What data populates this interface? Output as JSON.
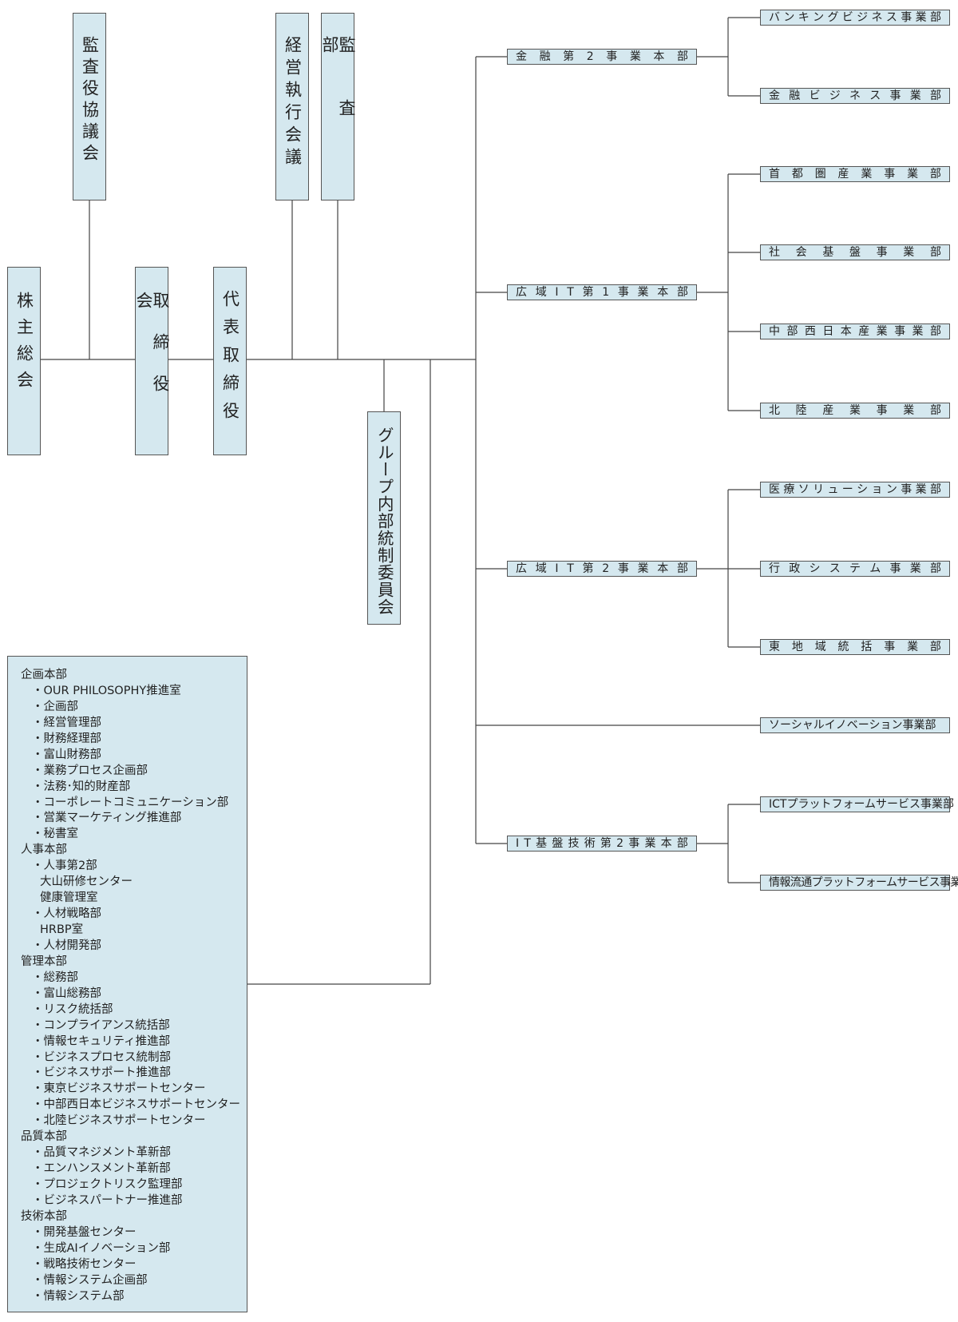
{
  "left_boxes": [
    {
      "id": "shareholders",
      "text": "株主総会"
    },
    {
      "id": "audit-board",
      "text": "監査役協議会"
    },
    {
      "id": "board-directors",
      "text": "取締役会"
    },
    {
      "id": "representative-director",
      "text": "代表取締役"
    },
    {
      "id": "management-council",
      "text": "経営執行会議"
    },
    {
      "id": "audit-department",
      "text": "監査部"
    },
    {
      "id": "group-internal-control",
      "text": "グループ内部統制委員会"
    }
  ],
  "divisions": [
    {
      "id": "finance-2",
      "text": "金融第2事業本部",
      "spaced": true,
      "units": [
        {
          "text": "バンキングビジネス事業部",
          "spaced": true
        },
        {
          "text": "金融ビジネス事業部",
          "spaced": true
        }
      ]
    },
    {
      "id": "wide-it-1",
      "text": "広域IT第1事業本部",
      "spaced": true,
      "units": [
        {
          "text": "首都圏産業事業部",
          "spaced": true
        },
        {
          "text": "社会基盤事業部",
          "spaced": true
        },
        {
          "text": "中部西日本産業事業部",
          "spaced": true
        },
        {
          "text": "北陸産業事業部",
          "spaced": true
        }
      ]
    },
    {
      "id": "wide-it-2",
      "text": "広域IT第2事業本部",
      "spaced": true,
      "units": [
        {
          "text": "医療ソリューション事業部",
          "spaced": true
        },
        {
          "text": "行政システム事業部",
          "spaced": true
        },
        {
          "text": "東地域統括事業部",
          "spaced": true
        }
      ]
    },
    {
      "id": "it-infra-2",
      "text": "IT基盤技術第2事業本部",
      "spaced": true,
      "units": [
        {
          "text": "ICTプラットフォームサービス事業部",
          "spaced": false
        },
        {
          "text": "情報流通プラットフォームサービス事業部",
          "spaced": false
        }
      ]
    }
  ],
  "standalone_unit": {
    "text": "ソーシャルイノベーション事業部",
    "spaced": false
  },
  "headquarters_list": [
    {
      "level": 0,
      "text": "企画本部"
    },
    {
      "level": 1,
      "text": "・OUR PHILOSOPHY推進室"
    },
    {
      "level": 1,
      "text": "・企画部"
    },
    {
      "level": 1,
      "text": "・経営管理部"
    },
    {
      "level": 1,
      "text": "・財務経理部"
    },
    {
      "level": 1,
      "text": "・富山財務部"
    },
    {
      "level": 1,
      "text": "・業務プロセス企画部"
    },
    {
      "level": 1,
      "text": "・法務･知的財産部"
    },
    {
      "level": 1,
      "text": "・コーポレートコミュニケーション部"
    },
    {
      "level": 1,
      "text": "・営業マーケティング推進部"
    },
    {
      "level": 1,
      "text": "・秘書室"
    },
    {
      "level": 0,
      "text": "人事本部"
    },
    {
      "level": 1,
      "text": "・人事第2部"
    },
    {
      "level": 2,
      "text": "大山研修センター"
    },
    {
      "level": 2,
      "text": "健康管理室"
    },
    {
      "level": 1,
      "text": "・人材戦略部"
    },
    {
      "level": 2,
      "text": "HRBP室"
    },
    {
      "level": 1,
      "text": "・人材開発部"
    },
    {
      "level": 0,
      "text": "管理本部"
    },
    {
      "level": 1,
      "text": "・総務部"
    },
    {
      "level": 1,
      "text": "・富山総務部"
    },
    {
      "level": 1,
      "text": "・リスク統括部"
    },
    {
      "level": 1,
      "text": "・コンプライアンス統括部"
    },
    {
      "level": 1,
      "text": "・情報セキュリティ推進部"
    },
    {
      "level": 1,
      "text": "・ビジネスプロセス統制部"
    },
    {
      "level": 1,
      "text": "・ビジネスサポート推進部"
    },
    {
      "level": 1,
      "text": "・東京ビジネスサポートセンター"
    },
    {
      "level": 1,
      "text": "・中部西日本ビジネスサポートセンター"
    },
    {
      "level": 1,
      "text": "・北陸ビジネスサポートセンター"
    },
    {
      "level": 0,
      "text": "品質本部"
    },
    {
      "level": 1,
      "text": "・品質マネジメント革新部"
    },
    {
      "level": 1,
      "text": "・エンハンスメント革新部"
    },
    {
      "level": 1,
      "text": "・プロジェクトリスク監理部"
    },
    {
      "level": 1,
      "text": "・ビジネスパートナー推進部"
    },
    {
      "level": 0,
      "text": "技術本部"
    },
    {
      "level": 1,
      "text": "・開発基盤センター"
    },
    {
      "level": 1,
      "text": "・生成AIイノベーション部"
    },
    {
      "level": 1,
      "text": "・戦略技術センター"
    },
    {
      "level": 1,
      "text": "・情報システム企画部"
    },
    {
      "level": 1,
      "text": "・情報システム部"
    }
  ],
  "colors": {
    "box_fill": "#d5e8ef",
    "border": "#555555",
    "line": "#444444"
  }
}
